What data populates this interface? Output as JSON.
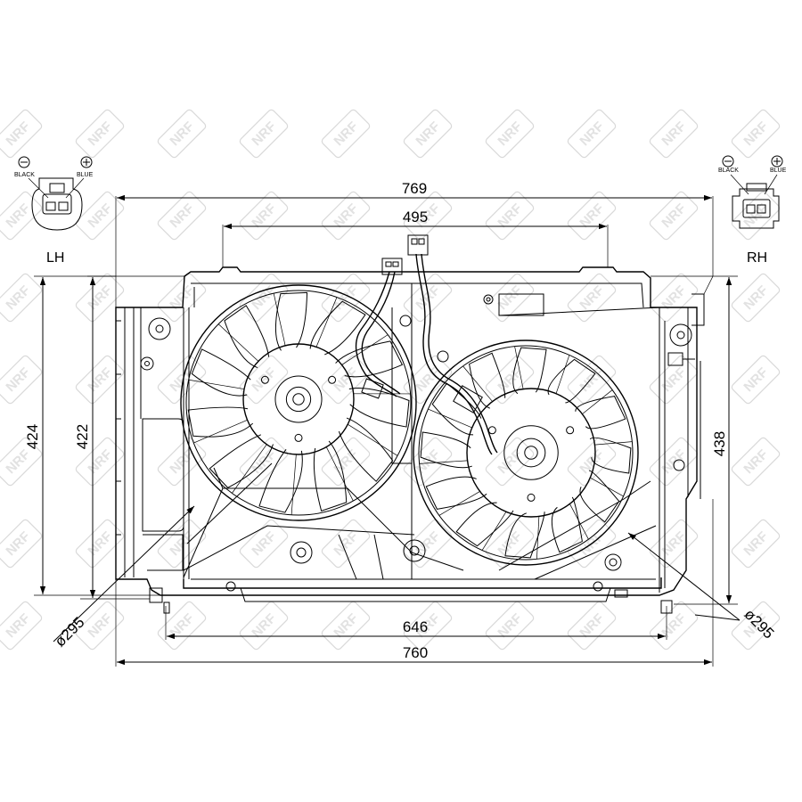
{
  "dimensions": {
    "top_overall": "769",
    "top_inner": "495",
    "bottom_inner": "646",
    "bottom_overall": "760",
    "left_outer": "424",
    "left_inner": "422",
    "right_height": "438",
    "fan_left_diameter": "ø295",
    "fan_right_diameter": "ø295"
  },
  "connectors": {
    "left": {
      "side": "LH",
      "minus_label": "BLACK",
      "plus_label": "BLUE"
    },
    "right": {
      "side": "RH",
      "minus_label": "BLACK",
      "plus_label": "BLUE"
    }
  },
  "watermark": {
    "text": "NRF",
    "color": "#e2e2e2"
  },
  "colors": {
    "line": "#000000",
    "background": "#ffffff"
  }
}
